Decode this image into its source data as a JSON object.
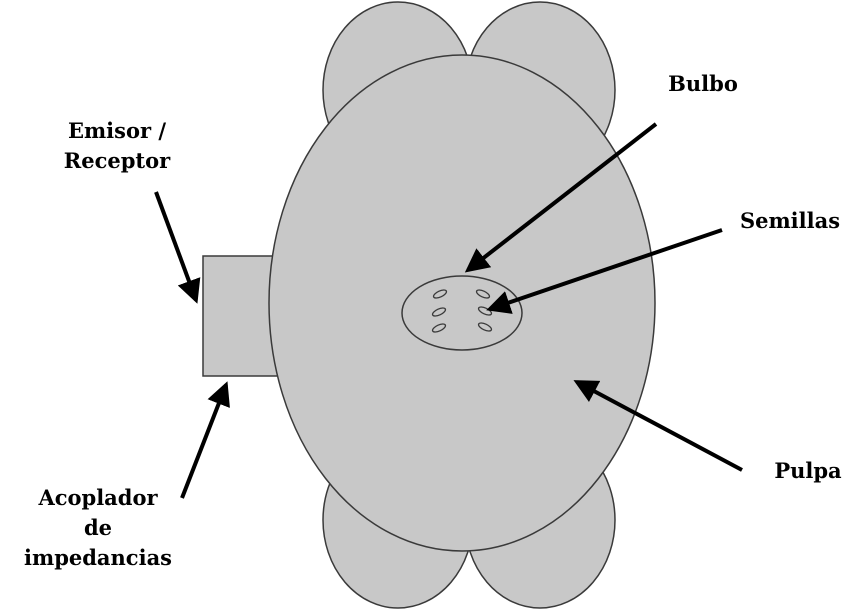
{
  "labels": {
    "emisor_line1": "Emisor /",
    "emisor_line2": "Receptor",
    "bulbo": "Bulbo",
    "semillas": "Semillas",
    "pulpa": "Pulpa",
    "acoplador_line1": "Acoplador",
    "acoplador_line2": "de",
    "acoplador_line3": "impedancias"
  },
  "colors": {
    "fruit_fill": "#c8c8c8",
    "outline": "#3a3a3a",
    "arrow": "#000000",
    "background": "#ffffff"
  }
}
